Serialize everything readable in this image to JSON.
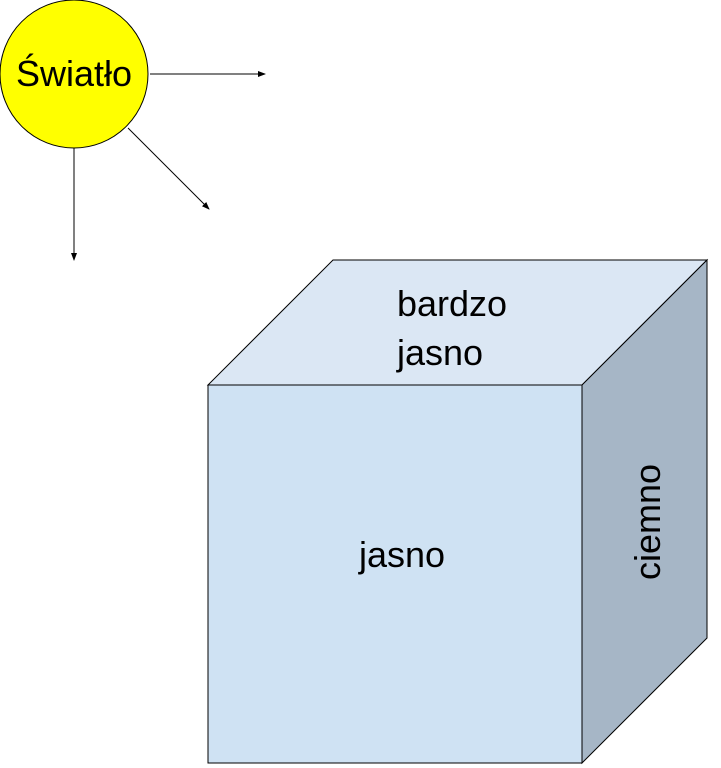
{
  "sun": {
    "label": "Światło",
    "fill_color": "#ffff00",
    "stroke_color": "#000000"
  },
  "cube": {
    "top_face": {
      "label_line1": "bardzo",
      "label_line2": "jasno",
      "fill_color": "#dbe7f4"
    },
    "front_face": {
      "label": "jasno",
      "fill_color": "#cfe2f3"
    },
    "side_face": {
      "label": "ciemno",
      "fill_color": "#a6b6c6"
    }
  }
}
